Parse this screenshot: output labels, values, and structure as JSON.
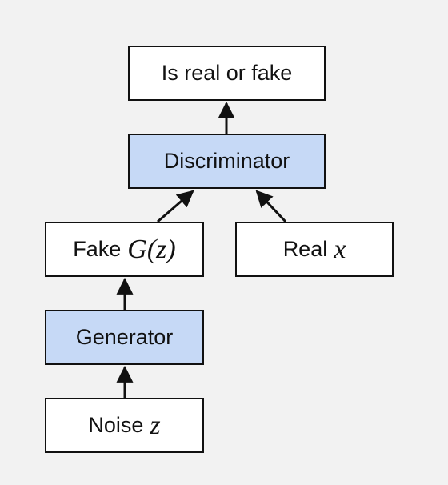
{
  "diagram": {
    "nodes": {
      "output": {
        "label": "Is real or fake"
      },
      "discriminator": {
        "label": "Discriminator"
      },
      "fake": {
        "label": "Fake",
        "math": "G(z)"
      },
      "real": {
        "label": "Real",
        "math": "x"
      },
      "generator": {
        "label": "Generator"
      },
      "noise": {
        "label": "Noise",
        "math": "z"
      }
    },
    "edges": [
      {
        "from": "noise",
        "to": "generator"
      },
      {
        "from": "generator",
        "to": "fake"
      },
      {
        "from": "fake",
        "to": "discriminator"
      },
      {
        "from": "real",
        "to": "discriminator"
      },
      {
        "from": "discriminator",
        "to": "output"
      }
    ],
    "colors": {
      "background": "#f2f2f2",
      "box_fill": "#ffffff",
      "model_fill": "#c6d9f6",
      "stroke": "#111111"
    }
  }
}
